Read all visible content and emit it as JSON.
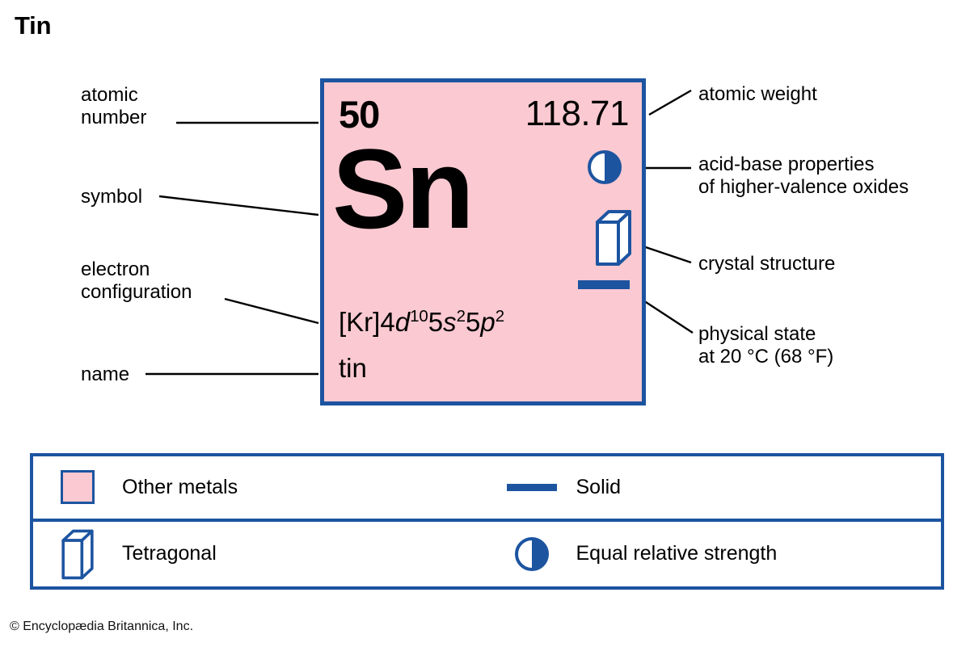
{
  "title": "Tin",
  "element": {
    "atomic_number": "50",
    "atomic_weight": "118.71",
    "symbol": "Sn",
    "electron_configuration": "[Kr]4d105s25p2",
    "electron_configuration_parts": {
      "core": "[Kr]4",
      "d_letter": "d",
      "d_sup": "10",
      "five_s": "5",
      "s_letter": "s",
      "s_sup": "2",
      "five_p": "5",
      "p_letter": "p",
      "p_sup": "2"
    },
    "name": "tin",
    "tile_fill_color": "#fbc9d1",
    "tile_border_color": "#1c54a0"
  },
  "callouts": {
    "left": [
      {
        "id": "atomic-number",
        "label": "atomic\nnumber"
      },
      {
        "id": "symbol",
        "label": "symbol"
      },
      {
        "id": "electron-config",
        "label": "electron\nconfiguration"
      },
      {
        "id": "name",
        "label": "name"
      }
    ],
    "right": [
      {
        "id": "atomic-weight",
        "label": "atomic weight"
      },
      {
        "id": "acid-base",
        "label": "acid-base properties\nof higher-valence oxides"
      },
      {
        "id": "crystal-structure",
        "label": "crystal structure"
      },
      {
        "id": "physical-state",
        "label": "physical state\nat 20 °C (68 °F)"
      }
    ]
  },
  "icons": {
    "acid_base": "half-filled-circle-icon",
    "crystal": "tetragonal-prism-icon",
    "state": "solid-bar-icon"
  },
  "legend": {
    "rows": [
      {
        "left": {
          "swatch": "pink-square-swatch",
          "label": "Other metals"
        },
        "right": {
          "swatch": "blue-line-swatch",
          "label": "Solid"
        }
      },
      {
        "left": {
          "swatch": "tetragonal-prism-icon",
          "label": "Tetragonal"
        },
        "right": {
          "swatch": "half-filled-circle-icon",
          "label": "Equal relative strength"
        }
      }
    ]
  },
  "copyright": "© Encyclopædia Britannica, Inc."
}
